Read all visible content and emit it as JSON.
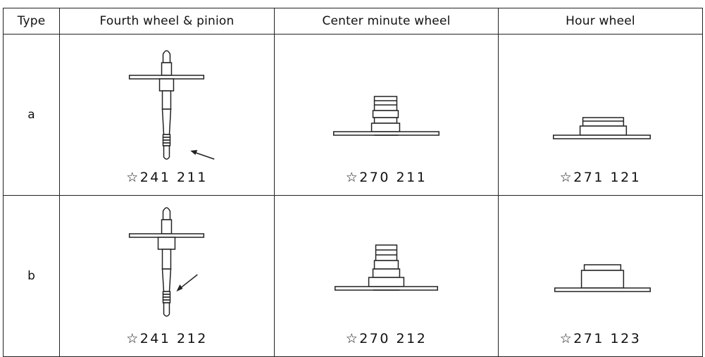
{
  "headers": {
    "type": "Type",
    "fourth_wheel": "Fourth wheel & pinion",
    "center_minute_wheel": "Center minute wheel",
    "hour_wheel": "Hour wheel"
  },
  "rows": [
    {
      "type": "a",
      "fourth_wheel_part": "☆241 211",
      "center_minute_wheel_part": "☆270 211",
      "hour_wheel_part": "☆271 121"
    },
    {
      "type": "b",
      "fourth_wheel_part": "☆241 212",
      "center_minute_wheel_part": "☆270 212",
      "hour_wheel_part": "☆271 123"
    }
  ]
}
